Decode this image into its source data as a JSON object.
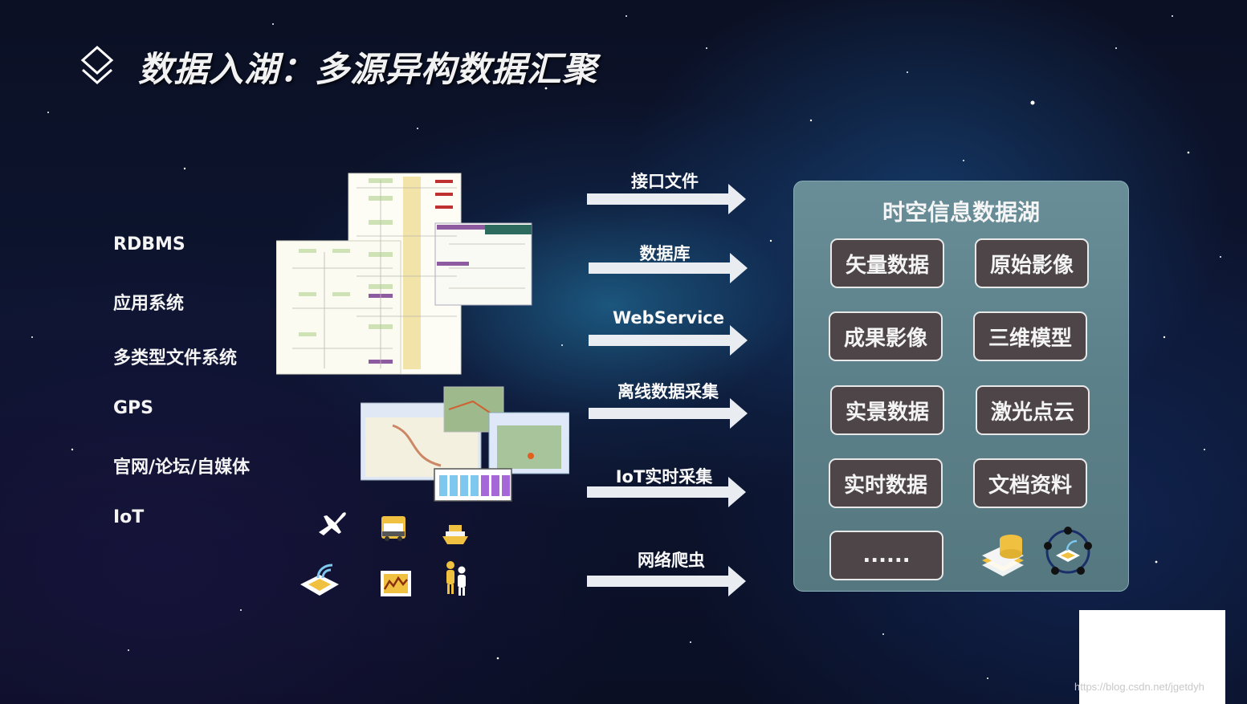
{
  "title": "数据入湖：多源异构数据汇聚",
  "sources": [
    "RDBMS",
    "应用系统",
    "多类型文件系统",
    "GPS",
    "官网/论坛/自媒体",
    "IoT"
  ],
  "arrows": [
    "接口文件",
    "数据库",
    "WebService",
    "离线数据采集",
    "IoT实时采集",
    "网络爬虫"
  ],
  "lake": {
    "title": "时空信息数据湖",
    "cells": [
      "矢量数据",
      "原始影像",
      "成果影像",
      "三维模型",
      "实景数据",
      "激光点云",
      "实时数据",
      "文档资料",
      "......"
    ]
  },
  "iot_icons": [
    "airplane-icon",
    "truck-icon",
    "ship-icon",
    "satellite-signal-icon",
    "monitor-chart-icon",
    "people-icon"
  ],
  "lake_icons": [
    "database-stack-icon",
    "network-hub-icon"
  ],
  "watermark": "https://blog.csdn.net/jgetdyh"
}
